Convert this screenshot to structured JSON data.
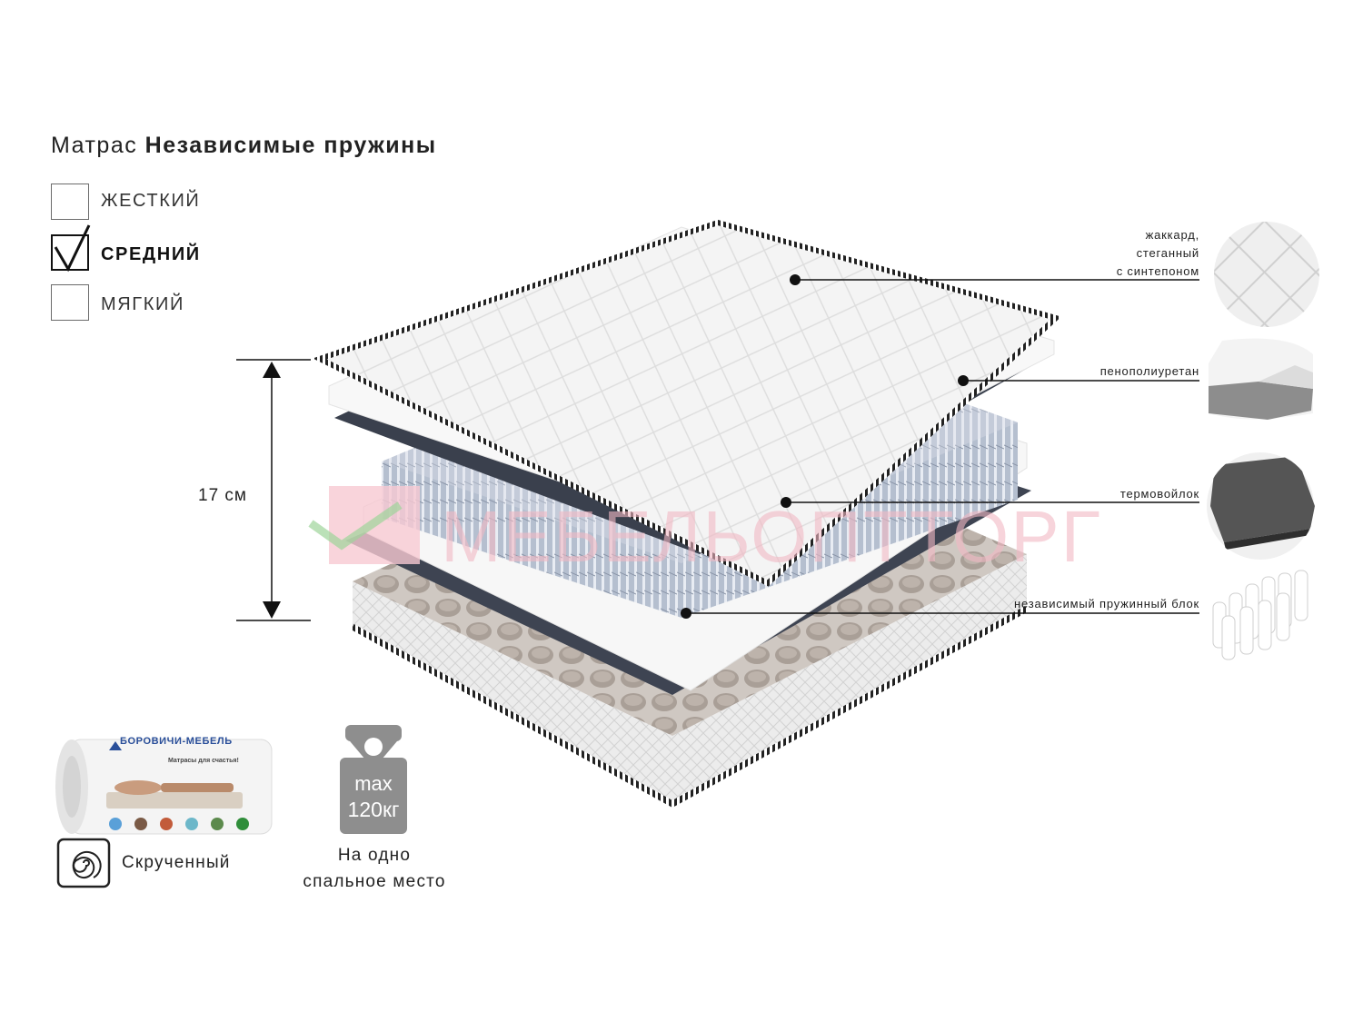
{
  "title": {
    "prefix": "Матрас",
    "name": "Независимые пружины"
  },
  "firmness": [
    {
      "label": "ЖЕСТКИЙ",
      "checked": false
    },
    {
      "label": "СРЕДНИЙ",
      "checked": true
    },
    {
      "label": "МЯГКИЙ",
      "checked": false
    }
  ],
  "height_label": "17 см",
  "layers": [
    {
      "lines": [
        "жаккард,",
        "стеганный",
        "с синтепоном"
      ]
    },
    {
      "lines": [
        "пенополиуретан"
      ]
    },
    {
      "lines": [
        "термовойлок"
      ]
    },
    {
      "lines": [
        "независимый пружинный блок"
      ]
    }
  ],
  "watermark": "МЕБЕЛЬОПТТОРГ",
  "package": {
    "brand": "БОРОВИЧИ-МЕБЕЛЬ",
    "slogan": "Матрасы для счастья!"
  },
  "rolled_label": "Скрученный",
  "weight": {
    "line1": "max",
    "line2": "120кг"
  },
  "sleeping_place": [
    "На одно",
    "спальное место"
  ]
}
